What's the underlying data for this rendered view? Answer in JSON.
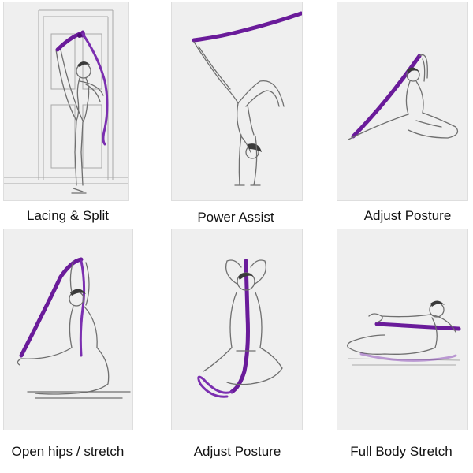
{
  "captions": [
    "Lacing & Split",
    "Power Assist",
    "Adjust Posture",
    "Open hips / stretch",
    "Adjust Posture",
    "Full Body Stretch"
  ],
  "colors": {
    "strap": "#6a1b9a",
    "panel_background": "#efefef",
    "sketch_ink": "#6f6f6f"
  }
}
